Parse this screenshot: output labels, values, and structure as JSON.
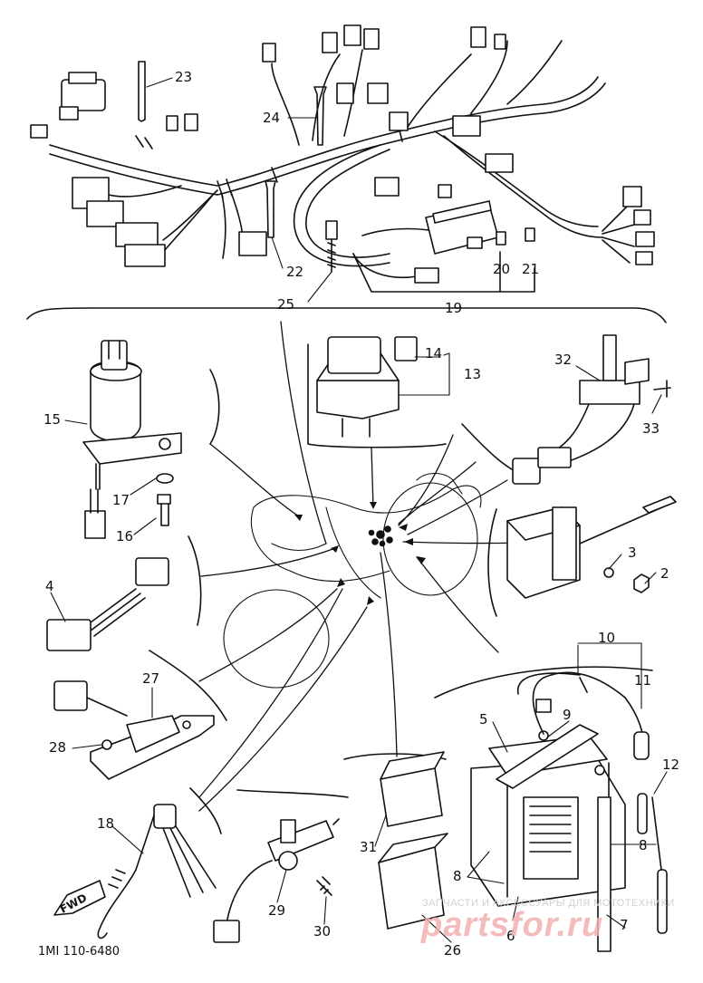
{
  "diagram": {
    "drawing_code": "1MI 110-6480",
    "direction_marker": "FWD",
    "watermark": {
      "line": "ЗАПЧАСТИ И АКСЕССУАРЫ ДЛЯ МОТОТЕХНИКИ",
      "logo": "partsfor.ru"
    },
    "callouts": [
      "23",
      "24",
      "22",
      "25",
      "19",
      "20",
      "21",
      "13",
      "14",
      "32",
      "33",
      "15",
      "17",
      "16",
      "4",
      "3",
      "2",
      "10",
      "11",
      "5",
      "9",
      "12",
      "27",
      "28",
      "8",
      "18",
      "29",
      "31",
      "30",
      "26",
      "6",
      "7"
    ]
  }
}
